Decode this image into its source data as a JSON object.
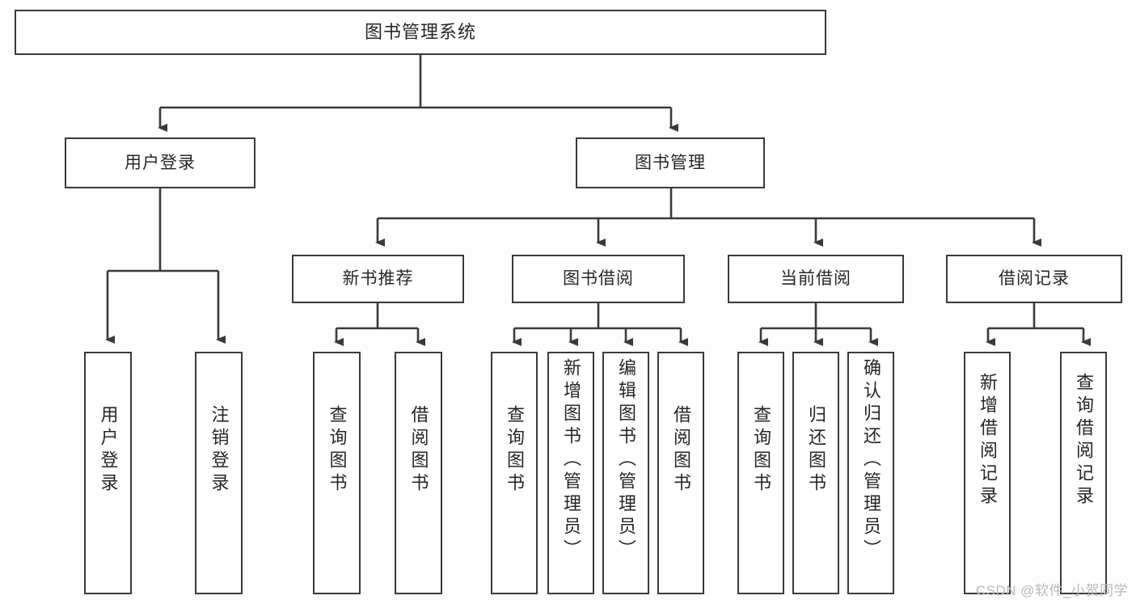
{
  "diagram": {
    "title": "图书管理系统",
    "watermark": "CSDN @软件_小贺同学",
    "line_color": "#3a3a3a",
    "box_fill": "#ffffff",
    "text_color": "#262626",
    "background": "#fdfdfd"
  },
  "root": {
    "label": "图书管理系统"
  },
  "tier1": [
    {
      "label": "用户登录"
    },
    {
      "label": "图书管理"
    }
  ],
  "tier2": [
    {
      "label": "新书推荐"
    },
    {
      "label": "图书借阅"
    },
    {
      "label": "当前借阅"
    },
    {
      "label": "借阅记录"
    }
  ],
  "leaves": {
    "user_login": [
      {
        "label": "用户登录"
      },
      {
        "label": "注销登录"
      }
    ],
    "new_book_recommend": [
      {
        "label": "查询图书"
      },
      {
        "label": "借阅图书"
      }
    ],
    "book_borrow": [
      {
        "label": "查询图书"
      },
      {
        "label": "新增图书（管理员）"
      },
      {
        "label": "编辑图书（管理员）"
      },
      {
        "label": "借阅图书"
      }
    ],
    "current_borrow": [
      {
        "label": "查询图书"
      },
      {
        "label": "归还图书"
      },
      {
        "label": "确认归还（管理员）"
      }
    ],
    "borrow_record": [
      {
        "label": "新增借阅记录"
      },
      {
        "label": "查询借阅记录"
      }
    ]
  }
}
